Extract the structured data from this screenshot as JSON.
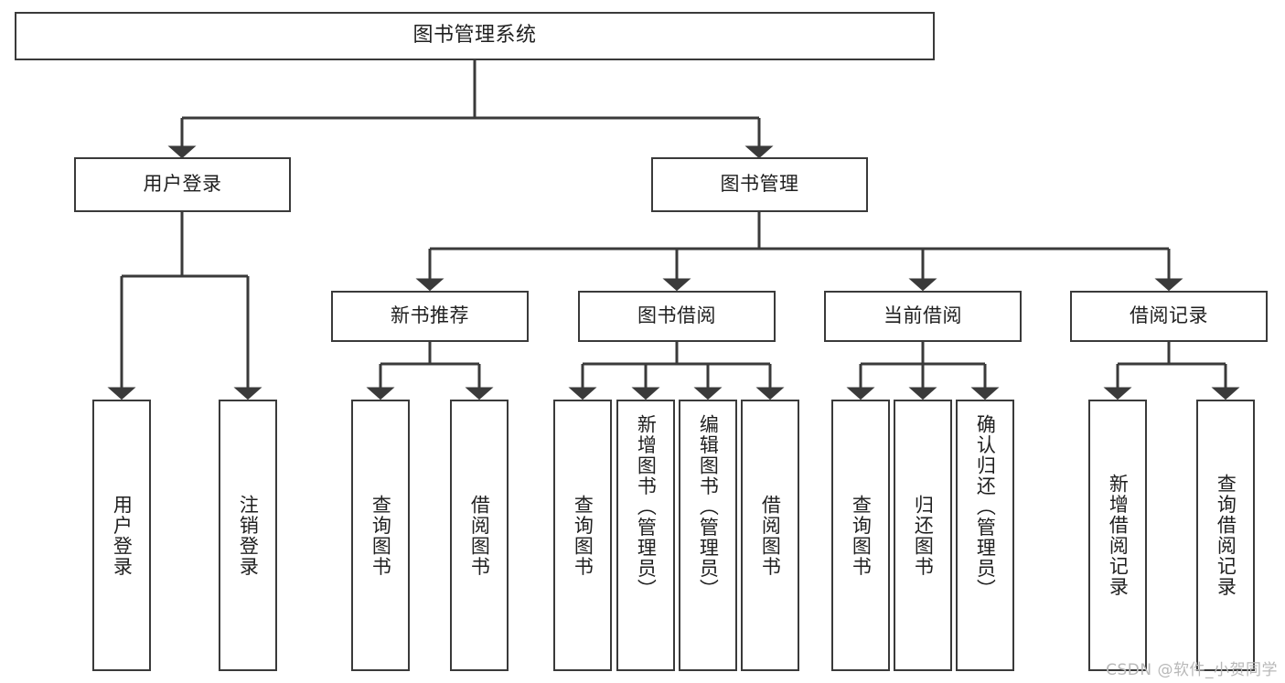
{
  "diagram": {
    "type": "tree",
    "title": "图书管理系统",
    "watermark": "CSDN @软件_小贺同学",
    "colors": {
      "stroke": "#3a3a3a",
      "fill": "#ffffff",
      "text": "#1f1f1f",
      "watermark": "#b8b8b8"
    },
    "nodes": {
      "root": {
        "label": "图书管理系统"
      },
      "level2": [
        {
          "id": "user-login",
          "label": "用户登录"
        },
        {
          "id": "book-manage",
          "label": "图书管理"
        }
      ],
      "level3": [
        {
          "id": "new-book-rec",
          "label": "新书推荐"
        },
        {
          "id": "book-borrow",
          "label": "图书借阅"
        },
        {
          "id": "current-borrow",
          "label": "当前借阅"
        },
        {
          "id": "borrow-record",
          "label": "借阅记录"
        }
      ],
      "leaves": [
        {
          "id": "leaf-user-login",
          "label": "用户登录",
          "parent": "user-login"
        },
        {
          "id": "leaf-logout",
          "label": "注销登录",
          "parent": "user-login"
        },
        {
          "id": "leaf-query-book-1",
          "label": "查询图书",
          "parent": "new-book-rec"
        },
        {
          "id": "leaf-borrow-book-1",
          "label": "借阅图书",
          "parent": "new-book-rec"
        },
        {
          "id": "leaf-query-book-2",
          "label": "查询图书",
          "parent": "book-borrow"
        },
        {
          "id": "leaf-add-book",
          "label": "新增图书（管理员）",
          "parent": "book-borrow"
        },
        {
          "id": "leaf-edit-book",
          "label": "编辑图书（管理员）",
          "parent": "book-borrow"
        },
        {
          "id": "leaf-borrow-book-2",
          "label": "借阅图书",
          "parent": "book-borrow"
        },
        {
          "id": "leaf-query-book-3",
          "label": "查询图书",
          "parent": "current-borrow"
        },
        {
          "id": "leaf-return-book",
          "label": "归还图书",
          "parent": "current-borrow"
        },
        {
          "id": "leaf-confirm-return",
          "label": "确认归还（管理员）",
          "parent": "current-borrow"
        },
        {
          "id": "leaf-add-record",
          "label": "新增借阅记录",
          "parent": "borrow-record"
        },
        {
          "id": "leaf-query-record",
          "label": "查询借阅记录",
          "parent": "borrow-record"
        }
      ]
    }
  }
}
